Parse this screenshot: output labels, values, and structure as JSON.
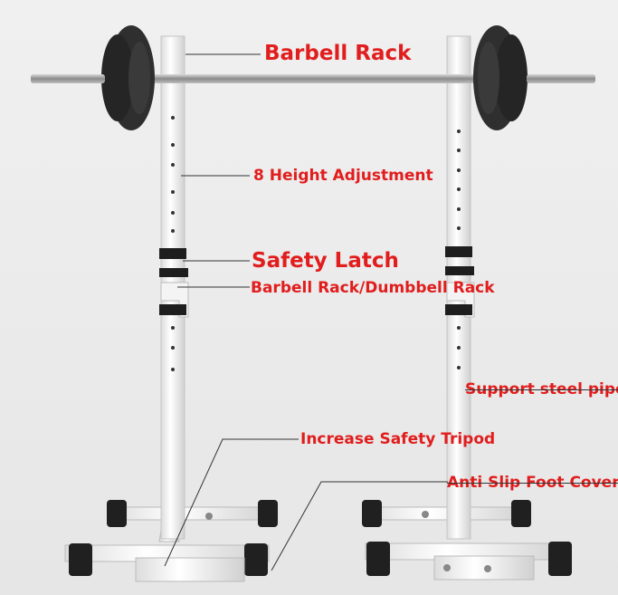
{
  "labels": {
    "barbell_rack": "Barbell Rack",
    "height_adjustment": "8 Height Adjustment",
    "safety_latch": "Safety Latch",
    "barbell_dumbbell_rack": "Barbell Rack/Dumbbell Rack",
    "support_pipe": "Support steel pipe",
    "safety_tripod": "Increase Safety Tripod",
    "foot_cover": "Anti Slip Foot Cover"
  },
  "colors": {
    "label": "#e11d1d",
    "frame": "#fafafa",
    "plates": "#2b2b2b",
    "bar": "#9a9a9a",
    "background": "#ececec"
  }
}
